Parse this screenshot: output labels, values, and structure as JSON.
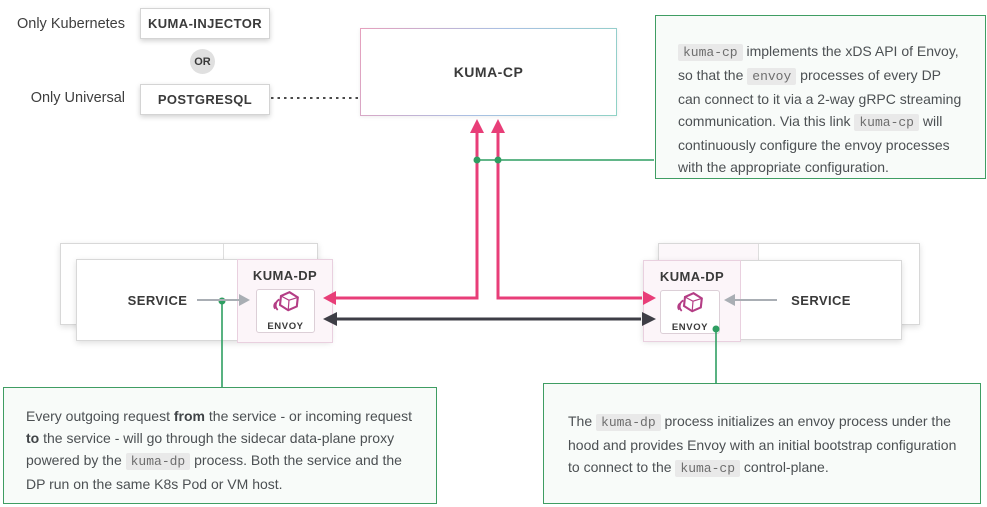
{
  "diagram": {
    "side_labels": {
      "kubernetes": "Only Kubernetes",
      "universal": "Only Universal"
    },
    "nodes": {
      "kuma_injector": "KUMA-INJECTOR",
      "or_badge": "OR",
      "postgresql": "POSTGRESQL",
      "kuma_cp": "KUMA-CP",
      "kuma_dp_left": "KUMA-DP",
      "kuma_dp_right": "KUMA-DP",
      "envoy_left": "ENVOY",
      "envoy_right": "ENVOY",
      "service_left": "SERVICE",
      "service_right": "SERVICE"
    },
    "annotations": {
      "xds_api": {
        "segments": [
          {
            "t": "kuma-cp",
            "s": "code"
          },
          {
            "t": " implements the xDS API of Envoy, so that the ",
            "s": "plain"
          },
          {
            "t": "envoy",
            "s": "code"
          },
          {
            "t": " processes of every DP can connect to it via a 2-way gRPC streaming communication. Via this link ",
            "s": "plain"
          },
          {
            "t": "kuma-cp",
            "s": "code"
          },
          {
            "t": " will continuously configure the envoy processes with the appropriate configuration.",
            "s": "plain"
          }
        ]
      },
      "sidecar_proxy": {
        "segments": [
          {
            "t": "Every outgoing request ",
            "s": "plain"
          },
          {
            "t": "from",
            "s": "bold"
          },
          {
            "t": " the service - or incoming request ",
            "s": "plain"
          },
          {
            "t": "to",
            "s": "bold"
          },
          {
            "t": " the service - will go through the sidecar data-plane proxy powered by the ",
            "s": "plain"
          },
          {
            "t": "kuma-dp",
            "s": "code"
          },
          {
            "t": " process. Both the service and the DP run on the same K8s Pod or VM host.",
            "s": "plain"
          }
        ]
      },
      "bootstrap": {
        "segments": [
          {
            "t": "The ",
            "s": "plain"
          },
          {
            "t": "kuma-dp",
            "s": "code"
          },
          {
            "t": " process initializes an envoy process under the hood and provides Envoy with an initial bootstrap configuration to connect to the ",
            "s": "plain"
          },
          {
            "t": "kuma-cp",
            "s": "code"
          },
          {
            "t": " control-plane.",
            "s": "plain"
          }
        ]
      }
    },
    "colors": {
      "kuma_pink": "#e83e78",
      "envoy_magenta": "#b43d85",
      "note_green": "#2f9e62",
      "black_arrow": "#3e3e46",
      "gray_arrow": "#a9aeb4",
      "code_bg": "#e9e9e9"
    }
  }
}
